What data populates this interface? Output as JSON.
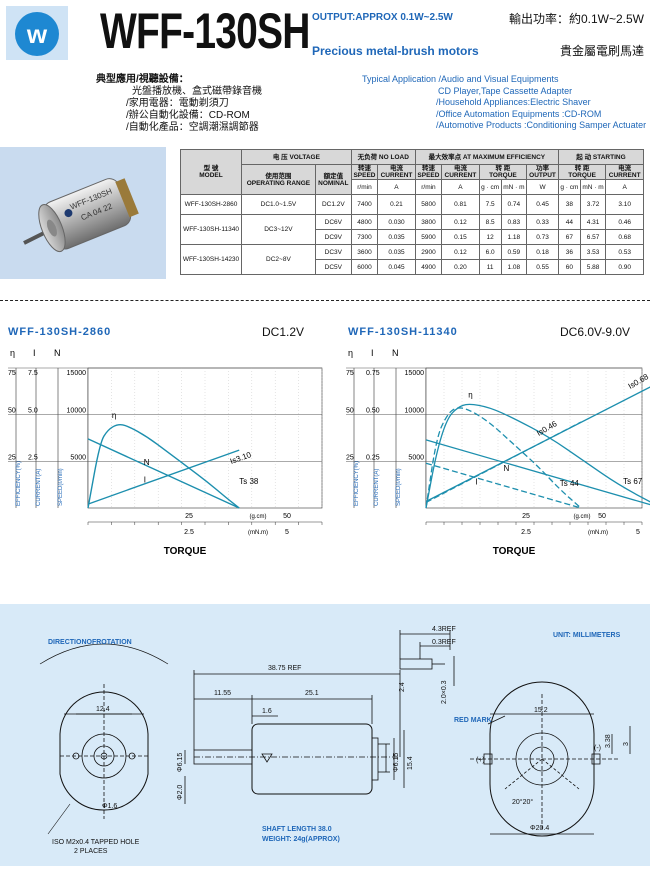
{
  "header": {
    "model_title": "WFF-130SH",
    "output_en": "OUTPUT:APPROX 0.1W~2.5W",
    "desc_en": "Precious metal-brush motors",
    "output_cn": "輸出功率：約0.1W~2.5W",
    "desc_cn": "貴金屬電刷馬達"
  },
  "applications": {
    "cn": [
      "典型應用/視聽設備：",
      "光盤播放機、盒式磁帶錄音機",
      "/家用電器：電動剃須刀",
      "/辦公自動化設備：CD-ROM",
      "/自動化產品：空調潮濕調節器"
    ],
    "en": [
      "Typical Application /Audio and Visual Equipments",
      "CD Player,Tape Cassette Adapter",
      "/Household Appliances:Electric Shaver",
      "/Office Automation Equipments :CD-ROM",
      "/Automotive Products :Conditioning Samper Actuater"
    ]
  },
  "motor_label": {
    "line1": "WFF-130SH",
    "line2": "CA 04 22"
  },
  "table": {
    "head": {
      "model_cn": "型 號",
      "model_en": "MODEL",
      "voltage": "电 压 VOLTAGE",
      "noload": "无负荷 NO LOAD",
      "maxeff": "最大效率点 AT MAXIMUM EFFICIENCY",
      "starting": "起 动 STARTING",
      "oprange_cn": "使用范围",
      "oprange_en": "OPERATING RANGE",
      "nominal_cn": "額定值",
      "nominal_en": "NOMINAL",
      "speed_cn": "转速",
      "speed_en": "SPEED",
      "current_cn": "电流",
      "current_en": "CURRENT",
      "torque_cn": "转 距",
      "torque_en": "TORQUE",
      "output_cn": "功率",
      "output_en": "OUTPUT",
      "stq_cn": "转 距",
      "stq_en": "TORQUE",
      "u_rmin": "r/min",
      "u_a": "A",
      "u_gcm": "g · cm",
      "u_mnm": "mN · m",
      "u_w": "W"
    },
    "rows": [
      {
        "model": "WFF-130SH-2860",
        "range": "DC1.0~1.5V",
        "nominal": "DC1.2V",
        "nl_speed": "7400",
        "nl_current": "0.21",
        "me_speed": "5800",
        "me_current": "0.81",
        "me_gcm": "7.5",
        "me_mnm": "0.74",
        "me_out": "0.45",
        "st_gcm": "38",
        "st_mnm": "3.72",
        "st_current": "3.10"
      },
      {
        "model": "WFF-130SH-11340",
        "range": "DC3~12V",
        "nominal": "DC6V",
        "nl_speed": "4800",
        "nl_current": "0.030",
        "me_speed": "3800",
        "me_current": "0.12",
        "me_gcm": "8.5",
        "me_mnm": "0.83",
        "me_out": "0.33",
        "st_gcm": "44",
        "st_mnm": "4.31",
        "st_current": "0.46"
      },
      {
        "model": "",
        "range": "",
        "nominal": "DC9V",
        "nl_speed": "7300",
        "nl_current": "0.035",
        "me_speed": "5900",
        "me_current": "0.15",
        "me_gcm": "12",
        "me_mnm": "1.18",
        "me_out": "0.73",
        "st_gcm": "67",
        "st_mnm": "6.57",
        "st_current": "0.68"
      },
      {
        "model": "WFF-130SH-14230",
        "range": "DC2~8V",
        "nominal": "DC3V",
        "nl_speed": "3600",
        "nl_current": "0.035",
        "me_speed": "2900",
        "me_current": "0.12",
        "me_gcm": "6.0",
        "me_mnm": "0.59",
        "me_out": "0.18",
        "st_gcm": "36",
        "st_mnm": "3.53",
        "st_current": "0.53"
      },
      {
        "model": "",
        "range": "",
        "nominal": "DC5V",
        "nl_speed": "6000",
        "nl_current": "0.045",
        "me_speed": "4900",
        "me_current": "0.20",
        "me_gcm": "11",
        "me_mnm": "1.08",
        "me_out": "0.55",
        "st_gcm": "60",
        "st_mnm": "5.88",
        "st_current": "0.90"
      }
    ]
  },
  "chart_data": [
    {
      "type": "line",
      "title": "WFF-130SH-2860",
      "voltage": "DC1.2V",
      "axis_heads": [
        "η",
        "I",
        "N"
      ],
      "eff_ticks": [
        "75",
        "50",
        "25"
      ],
      "cur_ticks": [
        "7.5",
        "5.0",
        "2.5"
      ],
      "spd_ticks": [
        "15000",
        "10000",
        "5000"
      ],
      "ylabels": [
        "EFFICIENCY(%)",
        "CURRENT(A)",
        "SPEED(r/min)"
      ],
      "x_gcm_ticks": [
        "25",
        "50"
      ],
      "x_mnm_ticks": [
        "2.5",
        "5"
      ],
      "x_unit_gcm": "(g.cm)",
      "x_unit_mnm": "(mN.m)",
      "xlabel": "TORQUE",
      "curve_labels": {
        "eff": "η",
        "speed": "N",
        "current": "I",
        "current_end": "Is3.10",
        "speed_end": "Ts 38"
      },
      "xlim": [
        0,
        50
      ],
      "series": [
        {
          "kind": "speed",
          "x": [
            0,
            38
          ],
          "y": [
            7400,
            0
          ]
        },
        {
          "kind": "current",
          "x": [
            0,
            38
          ],
          "y": [
            0.21,
            3.1
          ]
        },
        {
          "kind": "efficiency",
          "x": [
            0,
            3,
            5,
            7.5,
            10,
            15,
            20,
            25,
            30,
            35,
            38
          ],
          "y": [
            0,
            35,
            42,
            45,
            44,
            38,
            30,
            22,
            14,
            5,
            0
          ]
        }
      ]
    },
    {
      "type": "line",
      "title": "WFF-130SH-11340",
      "voltage": "DC6.0V-9.0V",
      "axis_heads": [
        "η",
        "I",
        "N"
      ],
      "eff_ticks": [
        "75",
        "50",
        "25"
      ],
      "cur_ticks": [
        "0.75",
        "0.50",
        "0.25"
      ],
      "spd_ticks": [
        "15000",
        "10000",
        "5000"
      ],
      "ylabels": [
        "EFFICIENCY(%)",
        "CURRENT(A)",
        "SPEED(r/min)"
      ],
      "x_gcm_ticks": [
        "25",
        "50"
      ],
      "x_mnm_ticks": [
        "2.5",
        "5"
      ],
      "x_unit_gcm": "(g.cm)",
      "x_unit_mnm": "(mN.m)",
      "xlabel": "TORQUE",
      "curve_labels": {
        "eff": "η",
        "speed": "N",
        "current": "I",
        "cur9_end": "Is0.68",
        "cur6_end": "Is0.46",
        "spd6_end": "Ts 44",
        "spd9_end": "Ts 67"
      },
      "xlim": [
        0,
        67
      ],
      "series": [
        {
          "kind": "speed-9V",
          "x": [
            0,
            67
          ],
          "y": [
            7300,
            0
          ]
        },
        {
          "kind": "speed-6V",
          "x": [
            0,
            44
          ],
          "y": [
            4800,
            0
          ]
        },
        {
          "kind": "current-9V",
          "x": [
            0,
            67
          ],
          "y": [
            0.035,
            0.68
          ]
        },
        {
          "kind": "current-6V",
          "x": [
            0,
            44
          ],
          "y": [
            0.03,
            0.46
          ]
        },
        {
          "kind": "efficiency-9V",
          "x": [
            0,
            3,
            6,
            9,
            12,
            18,
            25,
            35,
            45,
            55,
            67
          ],
          "y": [
            0,
            30,
            48,
            54,
            56,
            54,
            48,
            38,
            25,
            12,
            0
          ]
        },
        {
          "kind": "efficiency-6V",
          "x": [
            0,
            3,
            6,
            8.5,
            12,
            18,
            25,
            32,
            38,
            44
          ],
          "y": [
            0,
            38,
            50,
            54,
            53,
            46,
            34,
            22,
            10,
            0
          ]
        }
      ]
    }
  ],
  "blueprint": {
    "direction": "DIRECTIONOFROTATION",
    "unit": "UNIT: MILLIMETERS",
    "dim_38_75": "38.75 REF",
    "dim_11_55": "11.55",
    "dim_25_1": "25.1",
    "dim_1_6": "1.6",
    "dim_12_4": "12.4",
    "dim_phi6_15": "Φ6.15",
    "dim_phi2": "Φ2.0",
    "dim_phi6_15b": "Φ6.15",
    "dim_15_4": "15.4",
    "dim_phi1_6": "Φ1.6",
    "dim_4_3": "4.3REF",
    "dim_0_3": "0.3REF",
    "dim_2_4": "2.4",
    "dim_2_0x0_3": "2.0×0.3",
    "red_mark": "RED MARK",
    "dim_15_2": "15.2",
    "dim_3_38": "3.38",
    "dim_3": "3",
    "plus": "(+)",
    "minus": "(-)",
    "angle": "20°20°",
    "dim_phi20_4": "Φ20.4",
    "iso_line1": "ISO M2x0.4 TAPPED HOLE",
    "iso_line2": "2 PLACES",
    "shaft": "SHAFT LENGTH 38.0",
    "weight": "WEIGHT: 24g(APPROX)"
  },
  "colors": {
    "accent": "#1f67b8",
    "curve": "#1d8fae",
    "motor_bg": "#c9dbef",
    "blueprint_bg": "#d8eaf8"
  }
}
